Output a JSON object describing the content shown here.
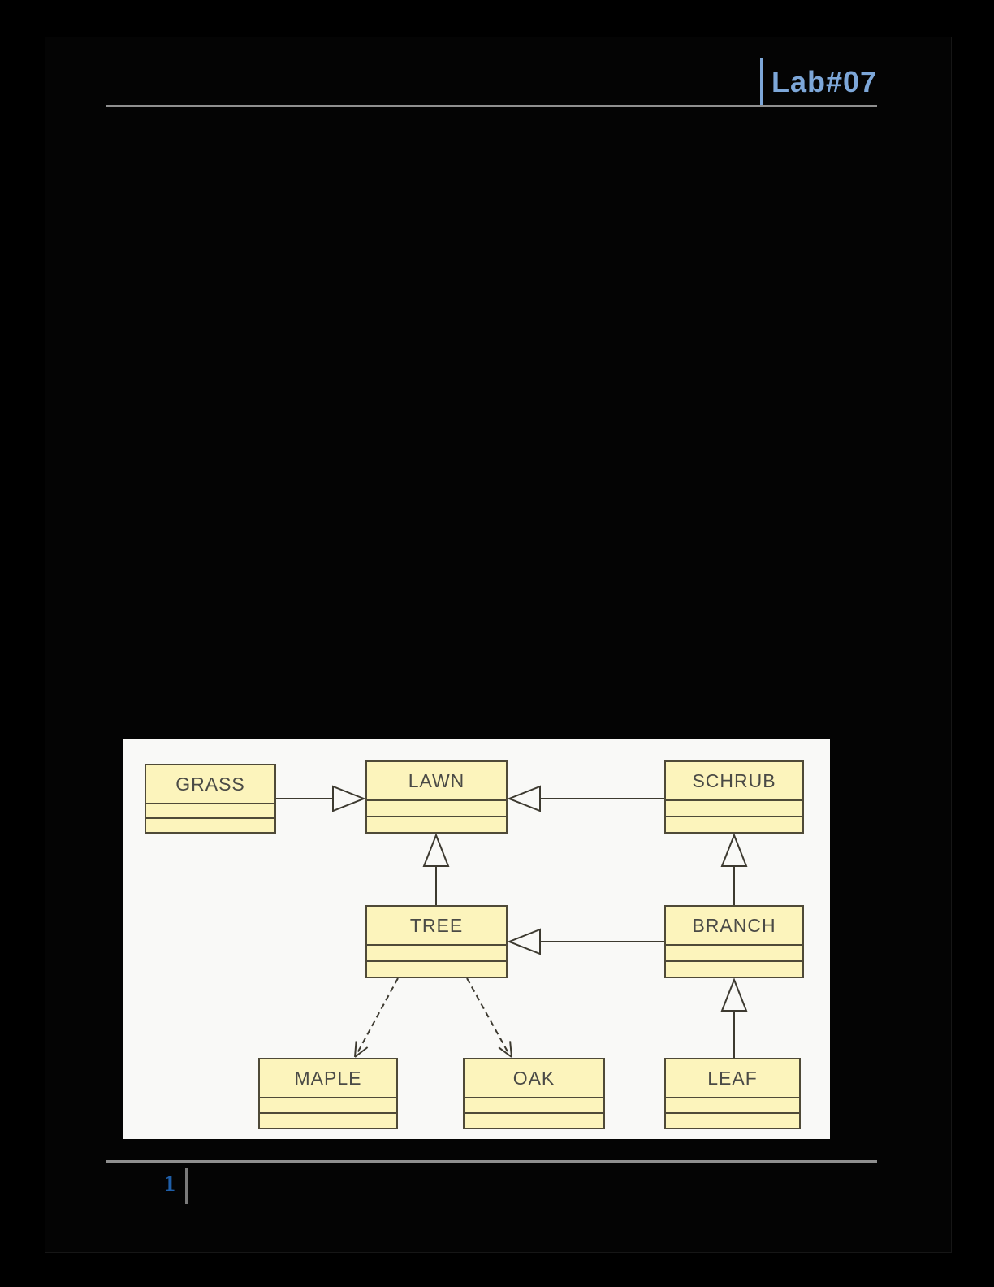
{
  "header": {
    "label": "Lab#07"
  },
  "footer": {
    "page_number": "1"
  },
  "diagram": {
    "type": "uml-class-diagram",
    "classes": [
      {
        "name": "GRASS"
      },
      {
        "name": "LAWN"
      },
      {
        "name": "SCHRUB"
      },
      {
        "name": "TREE"
      },
      {
        "name": "BRANCH"
      },
      {
        "name": "MAPLE"
      },
      {
        "name": "OAK"
      },
      {
        "name": "LEAF"
      }
    ],
    "relationships": [
      {
        "from": "GRASS",
        "to": "LAWN",
        "type": "generalization"
      },
      {
        "from": "SCHRUB",
        "to": "LAWN",
        "type": "generalization"
      },
      {
        "from": "TREE",
        "to": "LAWN",
        "type": "generalization"
      },
      {
        "from": "BRANCH",
        "to": "SCHRUB",
        "type": "generalization"
      },
      {
        "from": "BRANCH",
        "to": "TREE",
        "type": "generalization"
      },
      {
        "from": "LEAF",
        "to": "BRANCH",
        "type": "generalization"
      },
      {
        "from": "TREE",
        "to": "MAPLE",
        "type": "dependency"
      },
      {
        "from": "TREE",
        "to": "OAK",
        "type": "dependency"
      }
    ],
    "colors": {
      "class_fill": "#fcf4bc",
      "class_border": "#4f4a38",
      "line": "#3d3a30",
      "canvas": "#f9f9f7",
      "accent_blue": "#7da7d9",
      "page_number_blue": "#1f5fa9"
    }
  }
}
